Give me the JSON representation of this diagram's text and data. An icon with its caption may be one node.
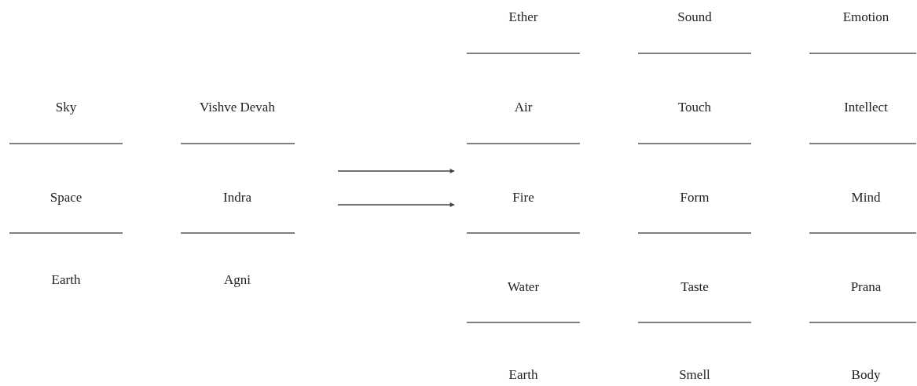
{
  "diagram": {
    "labels": [
      "Ether",
      "Sound",
      "Emotion",
      "Sky",
      "Vishve Devah",
      "Air",
      "Touch",
      "Intellect",
      "Space",
      "Indra",
      "Fire",
      "Form",
      "Mind",
      "Earth",
      "Agni",
      "Water",
      "Taste",
      "Prana",
      "Earth",
      "Smell",
      "Body"
    ]
  }
}
